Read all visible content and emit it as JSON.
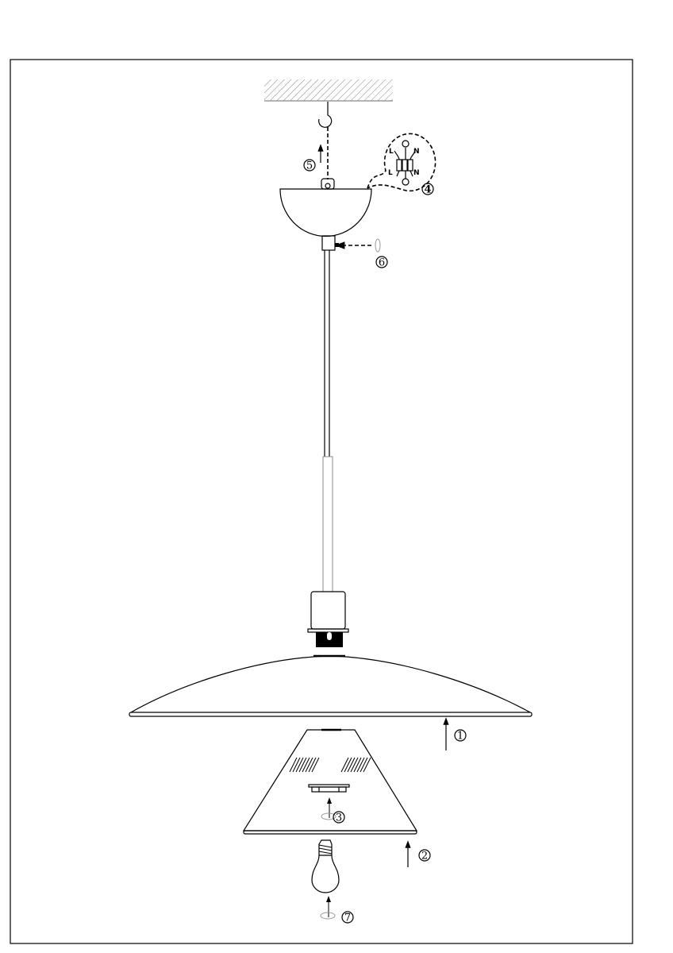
{
  "diagram": {
    "title": "Pendant lamp assembly",
    "steps": {
      "s1": "1",
      "s2": "2",
      "s3": "3",
      "s4": "4",
      "s5": "5",
      "s6": "6",
      "s7": "7"
    },
    "wiring": {
      "live_top": "L",
      "neutral_top": "N",
      "live_bottom": "L",
      "neutral_bottom": "N"
    }
  }
}
